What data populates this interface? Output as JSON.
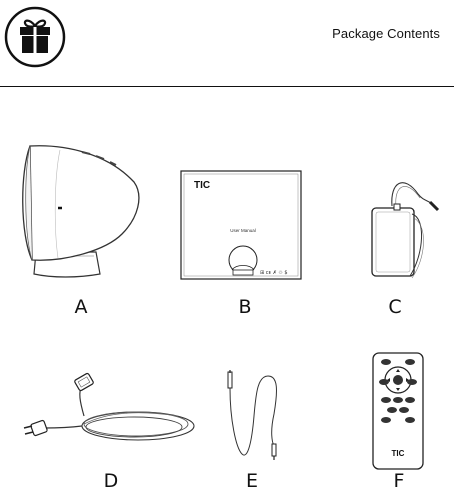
{
  "header": {
    "title": "Package Contents",
    "icon": "gift-icon"
  },
  "items": [
    {
      "letter": "A",
      "icon": "speaker-icon"
    },
    {
      "letter": "B",
      "icon": "user-manual-icon",
      "brand": "TIC",
      "caption": "User Manual"
    },
    {
      "letter": "C",
      "icon": "power-adapter-icon"
    },
    {
      "letter": "D",
      "icon": "power-cord-icon"
    },
    {
      "letter": "E",
      "icon": "audio-cable-icon"
    },
    {
      "letter": "F",
      "icon": "remote-control-icon",
      "brand": "TIC"
    }
  ]
}
